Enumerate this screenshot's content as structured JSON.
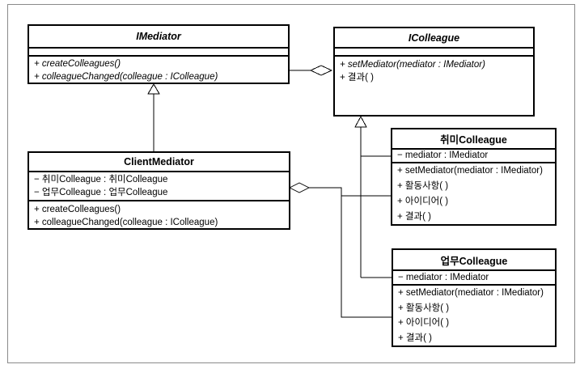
{
  "diagram": {
    "type": "uml-class-diagram",
    "pattern": "Mediator",
    "colors": {
      "line": "#000000",
      "background": "#ffffff",
      "frame": "#8a8a8a"
    },
    "classes": [
      {
        "id": "imediator",
        "name": "IMediator",
        "abstract": true,
        "attributes": [],
        "methods": [
          "+ createColleagues()",
          "+ colleagueChanged(colleague : IColleague)"
        ]
      },
      {
        "id": "icolleague",
        "name": "IColleague",
        "abstract": true,
        "attributes": [],
        "methods": [
          "+ setMediator(mediator : IMediator)",
          "+ 결과( )"
        ]
      },
      {
        "id": "clientmediator",
        "name": "ClientMediator",
        "abstract": false,
        "attributes": [
          "− 취미Colleague : 취미Colleague",
          "− 업무Colleague : 업무Colleague"
        ],
        "methods": [
          "+ createColleagues()",
          "+ colleagueChanged(colleague : IColleague)"
        ]
      },
      {
        "id": "hobbycolleague",
        "name": "취미Colleague",
        "abstract": false,
        "attributes": [
          "− mediator : IMediator"
        ],
        "methods": [
          "+ setMediator(mediator : IMediator)",
          "+ 활동사항( )",
          "+ 아이디어( )",
          "+ 결과( )"
        ]
      },
      {
        "id": "workcolleague",
        "name": "업무Colleague",
        "abstract": false,
        "attributes": [
          "− mediator : IMediator"
        ],
        "methods": [
          "+ setMediator(mediator : IMediator)",
          "+ 활동사항( )",
          "+ 아이디어( )",
          "+ 결과( )"
        ]
      }
    ],
    "relationships": [
      {
        "type": "aggregation",
        "from": "IMediator",
        "to": "IColleague"
      },
      {
        "type": "generalization",
        "from": "ClientMediator",
        "to": "IMediator"
      },
      {
        "type": "generalization",
        "from": "취미Colleague",
        "to": "IColleague"
      },
      {
        "type": "generalization",
        "from": "업무Colleague",
        "to": "IColleague"
      },
      {
        "type": "aggregation",
        "from": "ClientMediator",
        "to": "취미Colleague"
      },
      {
        "type": "aggregation",
        "from": "ClientMediator",
        "to": "업무Colleague"
      }
    ]
  }
}
